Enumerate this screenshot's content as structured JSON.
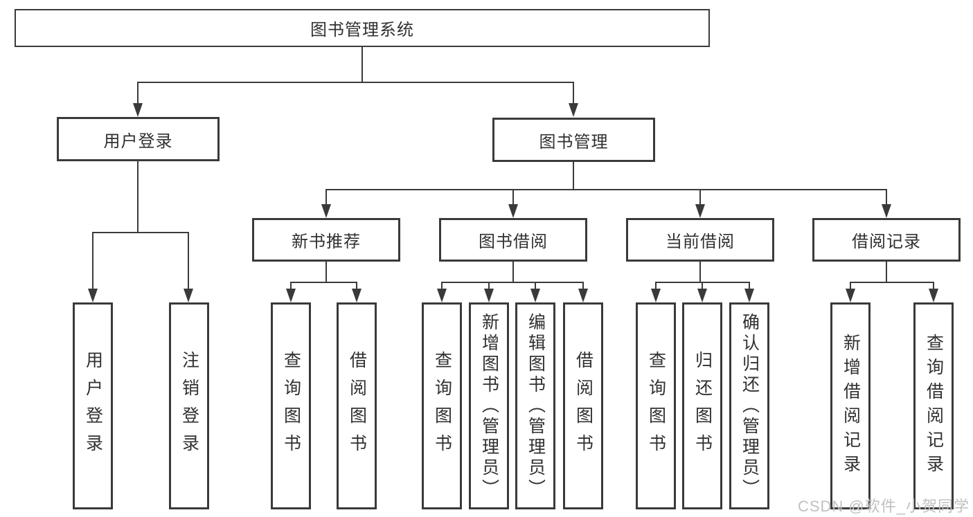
{
  "diagram": {
    "title": "图书管理系统",
    "root": {
      "label": "图书管理系统"
    },
    "level2": [
      {
        "label": "用户登录"
      },
      {
        "label": "图书管理"
      }
    ],
    "level3": [
      {
        "label": "新书推荐"
      },
      {
        "label": "图书借阅"
      },
      {
        "label": "当前借阅"
      },
      {
        "label": "借阅记录"
      }
    ],
    "leaves": [
      {
        "label": "用户登录"
      },
      {
        "label": "注销登录"
      },
      {
        "label": "查询图书"
      },
      {
        "label": "借阅图书"
      },
      {
        "label": "查询图书"
      },
      {
        "label": "新增图书（管理员）"
      },
      {
        "label": "编辑图书（管理员）"
      },
      {
        "label": "借阅图书"
      },
      {
        "label": "查询图书"
      },
      {
        "label": "归还图书"
      },
      {
        "label": "确认归还（管理员）"
      },
      {
        "label": "新增借阅记录"
      },
      {
        "label": "查询借阅记录"
      }
    ]
  },
  "watermark": "CSDN @软件_小贺同学",
  "colors": {
    "line": "#3a3a3a",
    "text": "#303030",
    "background": "#ffffff",
    "watermark": "#c0c0c0"
  }
}
